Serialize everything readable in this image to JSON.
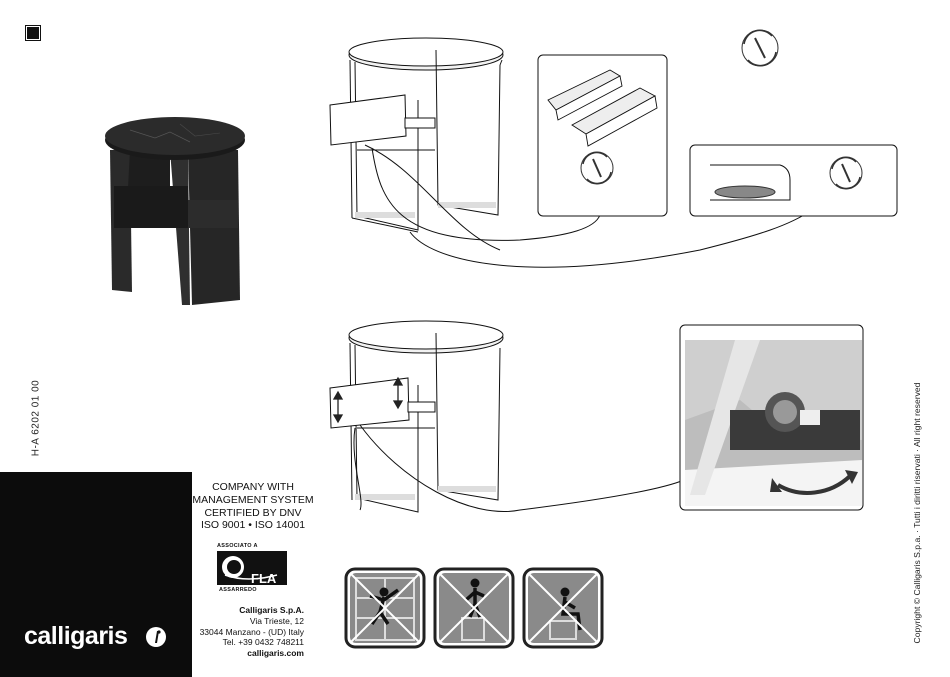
{
  "document": {
    "code": "H-A 6202 01 00",
    "copyright": "Copyright © Calligaris S.p.a. · Tutti i diritti riservati · All right reserved"
  },
  "certification": {
    "lines": [
      "COMPANY WITH",
      "MANAGEMENT SYSTEM",
      "CERTIFIED BY DNV",
      "ISO 9001 • ISO 14001"
    ]
  },
  "association": {
    "top_label": "ASSOCIATO A",
    "logo_text": "FLA",
    "bottom_label": "ASSARREDO"
  },
  "company": {
    "name": "Calligaris S.p.A.",
    "address1": "Via Trieste, 12",
    "address2": "33044 Manzano - (UD) Italy",
    "phone": "Tel. +39 0432 748211",
    "website": "calligaris.com"
  },
  "brand": {
    "logo": "calligaris",
    "icon": "calligaris-mark-icon"
  },
  "colors": {
    "ink": "#111111",
    "panel_black": "#0c0c0c",
    "warning_gray": "#8a8a8a",
    "photo_gray": "#c9c9c9"
  },
  "icons": [
    "rotate-screwdriver-icon",
    "rotate-arrow-icon",
    "adjust-arrows-icon",
    "no-climbing-icon",
    "no-standing-icon",
    "no-sitting-icon"
  ]
}
